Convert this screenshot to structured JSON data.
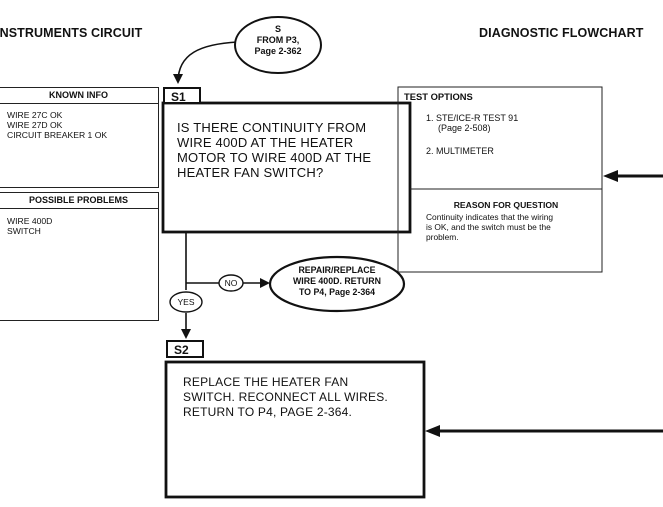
{
  "header": {
    "left_title": "INSTRUMENTS CIRCUIT",
    "right_title": "DIAGNOSTIC FLOWCHART"
  },
  "start_oval": {
    "line1": "S",
    "line2": "FROM P3,",
    "line3": "Page 2-362"
  },
  "known_info": {
    "heading": "KNOWN INFO",
    "lines": [
      "WIRE 27C OK",
      "WIRE 27D OK",
      "CIRCUIT BREAKER 1 OK"
    ]
  },
  "possible_problems": {
    "heading": "POSSIBLE PROBLEMS",
    "lines": [
      "WIRE 400D",
      "SWITCH"
    ]
  },
  "s1": {
    "tag": "S1",
    "question_lines": [
      "IS THERE CONTINUITY FROM",
      "WIRE 400D AT THE HEATER",
      "MOTOR TO WIRE 400D AT THE",
      "HEATER FAN SWITCH?"
    ]
  },
  "test_options": {
    "heading": "TEST OPTIONS",
    "item1_line1": "1. STE/ICE-R TEST 91",
    "item1_line2": "(Page 2-508)",
    "item2": "2. MULTIMETER"
  },
  "reason": {
    "heading": "REASON FOR QUESTION",
    "lines": [
      "Continuity indicates that the wiring",
      "is OK, and the switch must be the",
      "problem."
    ]
  },
  "no_label": "NO",
  "yes_label": "YES",
  "repair_oval": {
    "lines": [
      "REPAIR/REPLACE",
      "WIRE 400D. RETURN",
      "TO P4, Page 2-364"
    ]
  },
  "s2": {
    "tag": "S2",
    "lines": [
      "REPLACE THE HEATER FAN",
      "SWITCH. RECONNECT ALL WIRES.",
      "RETURN TO P4, PAGE 2-364."
    ]
  }
}
